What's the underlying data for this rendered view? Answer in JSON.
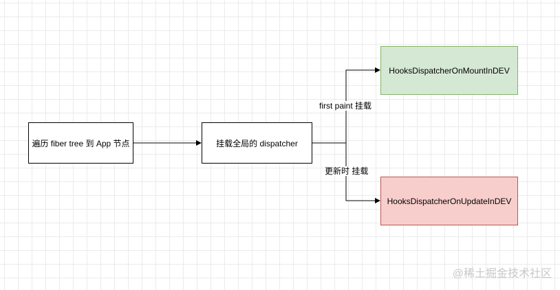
{
  "diagram": {
    "nodes": {
      "traverse": "遍历 fiber tree 到 App 节点",
      "mount_dispatcher": "挂载全局的 dispatcher",
      "on_mount_dev": "HooksDispatcherOnMountInDEV",
      "on_update_dev": "HooksDispatcherOnUpdateInDEV"
    },
    "edge_labels": {
      "first_paint": "first paint 挂载",
      "update_time": "更新时 挂载"
    },
    "colors": {
      "mount_fill": "#d5e8d4",
      "mount_stroke": "#82b366",
      "update_fill": "#f8cecc",
      "update_stroke": "#b85450"
    }
  },
  "watermark": "@稀土掘金技术社区"
}
